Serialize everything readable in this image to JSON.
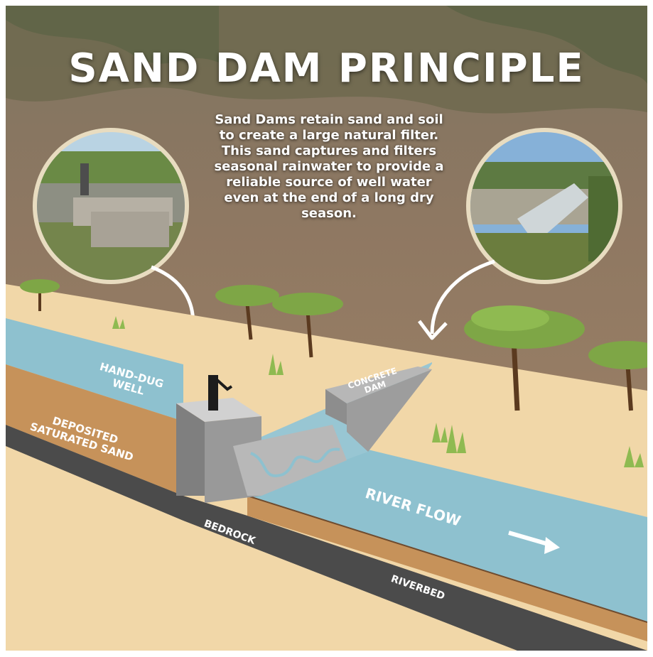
{
  "title": "SAND DAM PRINCIPLE",
  "description": "Sand Dams retain sand and soil to create a large natural filter. This sand captures and filters seasonal rainwater to provide a reliable source of well water even at the end of a long dry season.",
  "labels": {
    "hand_dug_well_line1": "HAND-DUG",
    "hand_dug_well_line2": "WELL",
    "concrete_dam_line1": "CONCRETE",
    "concrete_dam_line2": "DAM",
    "deposited_line1": "DEPOSITED",
    "deposited_line2": "SATURATED SAND",
    "river_flow": "RIVER FLOW",
    "bedrock": "BEDROCK",
    "riverbed": "RIVERBED"
  },
  "photos": {
    "left": "hand-pump well beside river",
    "right": "concrete sand dam with water spilling over"
  },
  "colors": {
    "sand": "#f1d7a8",
    "water": "#8ec1cf",
    "riverbed": "#c6925a",
    "bedrock": "#4b4b4b",
    "concrete": "#8d8d8d",
    "ground_photo": "#9c7f63"
  }
}
